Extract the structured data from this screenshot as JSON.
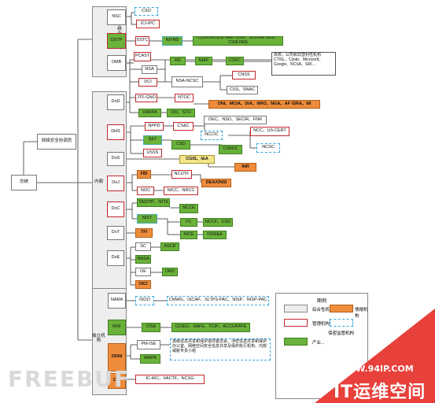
{
  "nodes": {
    "root": "总统",
    "council": "网络安全协调员",
    "exec_office": "总统办事机构",
    "cabinet": "内阁",
    "independent": "独立机构",
    "nsc": "NSC",
    "cso": "CSO",
    "ici_ipc": "ICI-IPC",
    "ostp": "OSTP",
    "sstc": "SSTC",
    "nitrd": "NITRD",
    "nitrd_groups": "Cybersecurity R&D SSG、SCORE IWG、CSIA IWG",
    "omb": "OMB",
    "pcast": "PCAST",
    "dod": "DoD",
    "nsa": "NSA",
    "rd": "RD",
    "niap": "NIAP",
    "csfc": "CSFC",
    "csfc_note": "高校，公司和非营利性机构 CTISL、Cylab、Microsoft、Google、NCSA、SRI…",
    "dci": "DCI",
    "nsa_ncsc": "NSA-NCSC",
    "cnss": "CNSS",
    "css_snac": "CSS、SNAC",
    "jtf_gno": "JTF-GNO",
    "ntoc": "NTOC",
    "dod_intel": "ONI、MCIA、DIA、NRO、NGA、AF ISRA、MI",
    "darpa": "DARPA",
    "i2o_sto": "I2O、STO",
    "dhs": "DHS",
    "nppd": "NPPD",
    "cs_c": "CS&C",
    "oec_group": "OEC、NSD、SECIR、FNR",
    "s_t": "S&T",
    "nccic": "NCCIC",
    "ncc_uscert": "NCC、US-CERT",
    "ncsc": "NCSC",
    "usss": "USSS",
    "csd": "CSD",
    "csrdc": "CSRDC",
    "dos": "DoS",
    "cgis": "CGIS、I&A",
    "inr": "INR",
    "doj": "DoJ",
    "fbi": "FBI",
    "ncijtf": "NCIJTF",
    "dea_onsi": "DEA/ONSI",
    "noc": "NOC",
    "nicc_nrcc": "NICC、NRCC",
    "doc": "DoC",
    "ta_otp": "TA/OTP、NTIS",
    "ncce": "NCCE",
    "nist": "NIST",
    "itl": "ITL",
    "nccf_csd": "NCCF、CSD",
    "nice": "NICE",
    "fissea": "FISSEA",
    "dot": "DoT",
    "tfi": "TFI",
    "doe": "DoE",
    "sc": "SC",
    "ascr": "ASCR",
    "nnsa": "NNSA",
    "oe": "OE",
    "ord": "ORD",
    "oici": "OICI",
    "nara": "NARA",
    "isoo": "ISOO",
    "isoo_groups": "CMWG、ISCAP、SLTPS-PAC、NISP、NISP-PAC",
    "nsf": "NSF",
    "cise": "CISE",
    "cise_groups": "CCIED、SAFE、TCIP、ACCURATE",
    "odni": "ODNI",
    "pm_ise": "PM-ISE",
    "pm_ise_note": "高级信息共享和保护指导委员会、涉密信息共享和保护办公室、网络空间安全信息共享及保护执行机构、内部威胁专责小组",
    "iarpa": "IARPA",
    "cia": "CIA",
    "cia_groups": "IC-IRC、IIACTF、NCSG"
  },
  "legend": {
    "title": "图例",
    "items": [
      "综合性机构",
      "情报机构",
      "管理机构",
      "保密监管机构",
      "产业..."
    ]
  },
  "watermark": {
    "site": "WWW.94IP.COM",
    "brand": "IT运维空间",
    "bg_text": "FREEBUF"
  },
  "colors": {
    "comprehensive": "#6ab23a",
    "intelligence": "#ef8c3b",
    "management_border": "#c0282d",
    "confidential_border": "#3aa6df",
    "banner": "#e8403a"
  }
}
